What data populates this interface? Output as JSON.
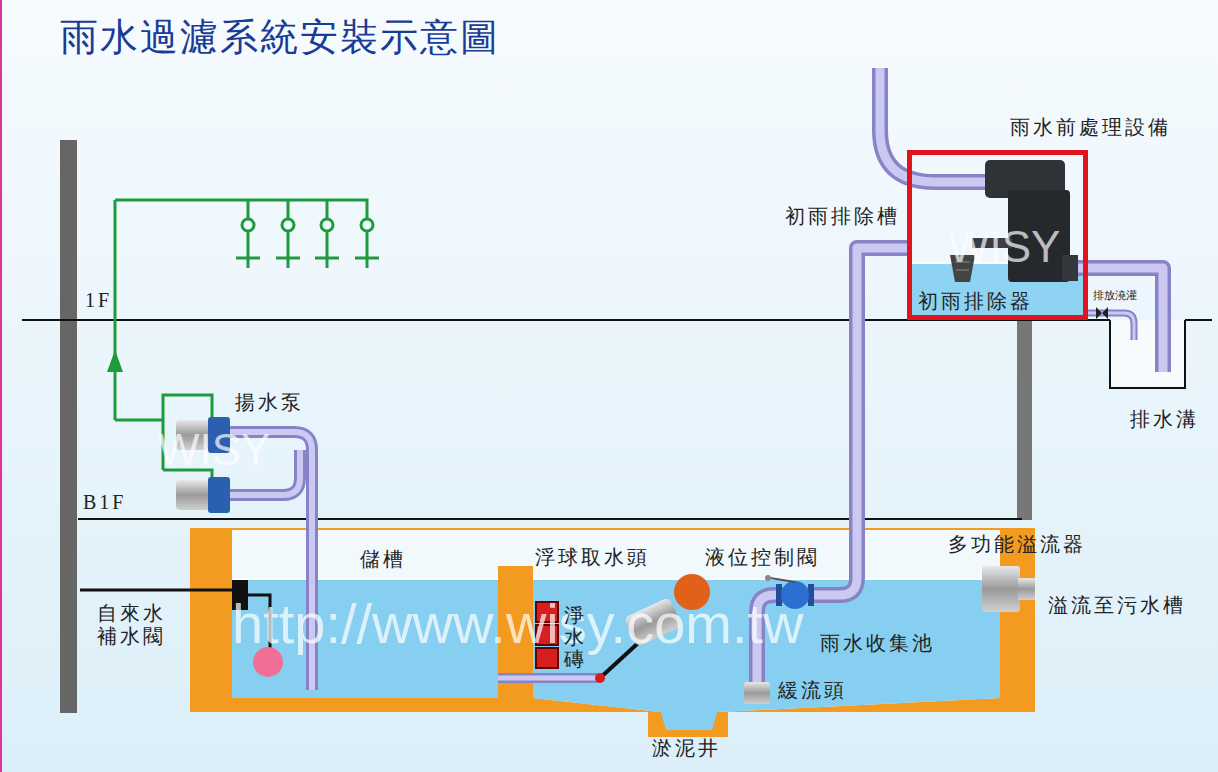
{
  "diagram": {
    "title": "雨水過濾系統安裝示意圖",
    "nodes": [
      {
        "text": [
          "雨水前處理設備",
          "初雨排除器"
        ]
      },
      {
        "text": [
          "儲槽"
        ]
      },
      {
        "text": [
          "雨水收集池"
        ]
      },
      {
        "text": [
          "排水溝"
        ]
      }
    ],
    "edges": [
      {
        "from": 0,
        "to": 2,
        "arrow": "none"
      },
      {
        "from": 2,
        "to": 1,
        "arrow": "none"
      },
      {
        "from": 0,
        "to": 3,
        "arrow": "none"
      }
    ],
    "labels": [
      "初雨排除槽",
      "WISY",
      "排放澆灌",
      "1F",
      "揚水泵",
      "WISY",
      "B1F",
      "多功能溢流器",
      "浮球取水頭",
      "液位控制閥",
      "溢流至污水槽",
      "自來水 補水閥",
      "淨水磚",
      "http://www.wisy.com.tw",
      "緩流頭",
      "淤泥井"
    ]
  }
}
